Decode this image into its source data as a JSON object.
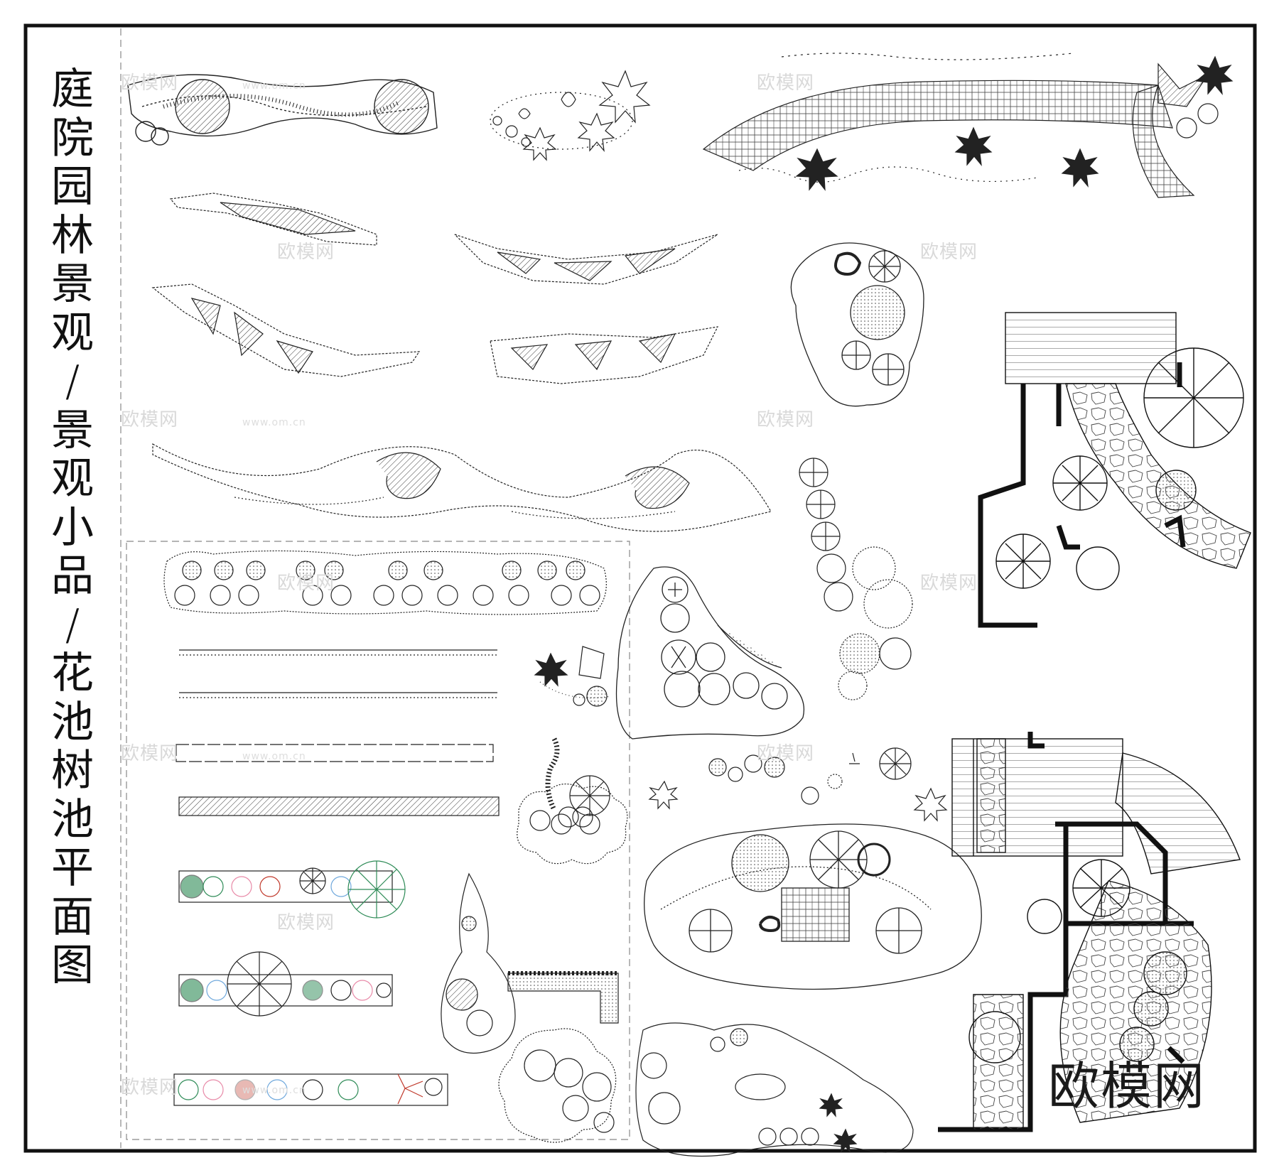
{
  "title_chars": [
    "庭",
    "院",
    "园",
    "林",
    "景",
    "观",
    "/",
    "景",
    "观",
    "小",
    "品",
    "/",
    "花",
    "池",
    "树",
    "池",
    "平",
    "面",
    "图"
  ],
  "brand_text": "欧模网",
  "watermark_text": "欧模网",
  "watermark_url": "www.om.cn",
  "colors": {
    "line": "#1a1a1a",
    "frame": "#111111",
    "watermark": "#d9d9d9",
    "planter_green": "#2e8b57",
    "planter_pink": "#e88aa8",
    "planter_red": "#c0392b",
    "planter_blue": "#6fa8dc"
  }
}
